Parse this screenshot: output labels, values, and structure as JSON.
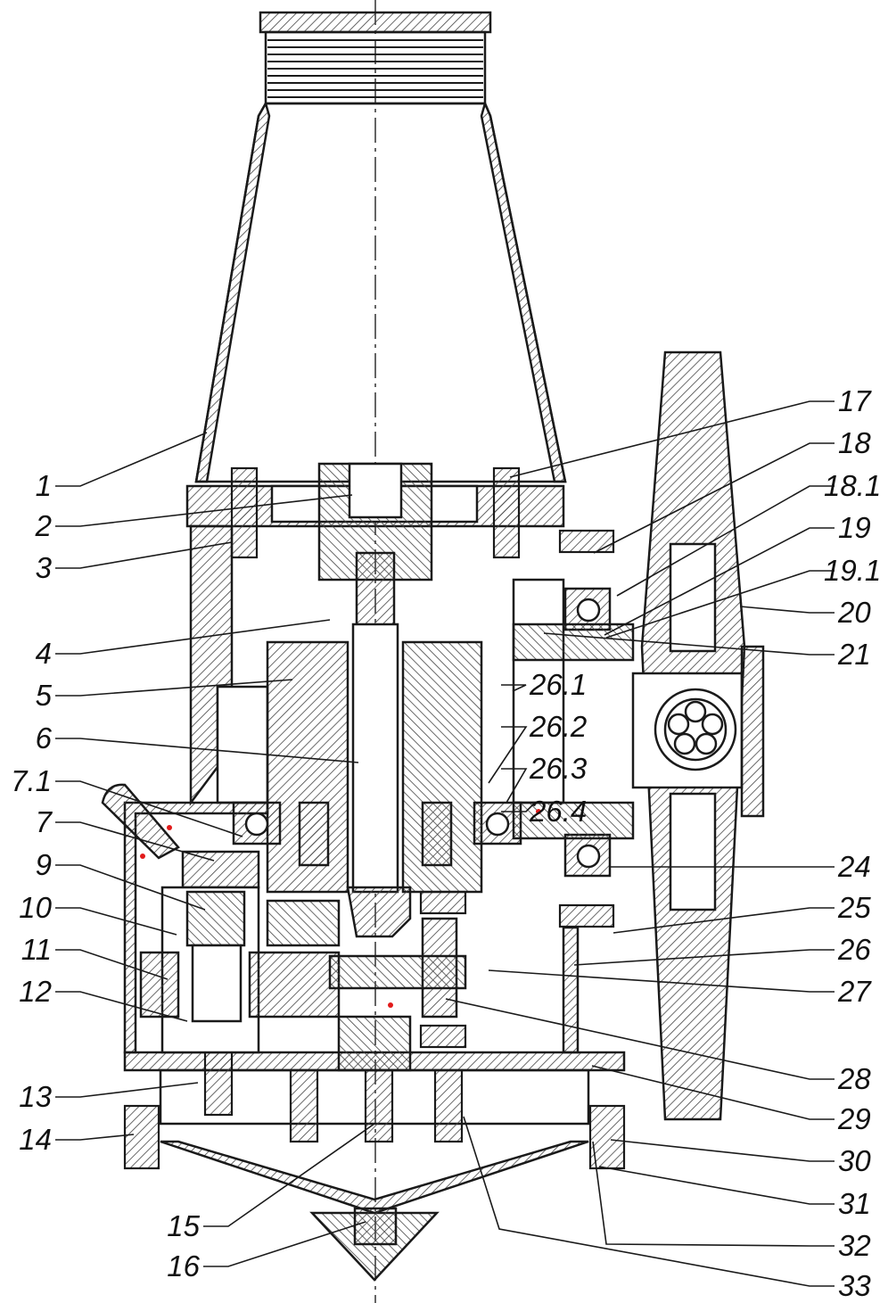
{
  "callouts": {
    "left": [
      "1",
      "2",
      "3",
      "4",
      "5",
      "6",
      "7.1",
      "7",
      "9",
      "10",
      "11",
      "12",
      "13",
      "14"
    ],
    "bottom": [
      "15",
      "16"
    ],
    "center": [
      "26.1",
      "26.2",
      "26.3",
      "26.4"
    ],
    "right": [
      "17",
      "18",
      "18.1",
      "19",
      "19.1",
      "20",
      "21",
      "24",
      "25",
      "26",
      "27",
      "28",
      "29",
      "30",
      "31",
      "32",
      "33"
    ]
  },
  "colors": {
    "line": "#1a1a1a",
    "hatch": "#444444",
    "accent": "#e21b1b",
    "background": "#ffffff"
  }
}
